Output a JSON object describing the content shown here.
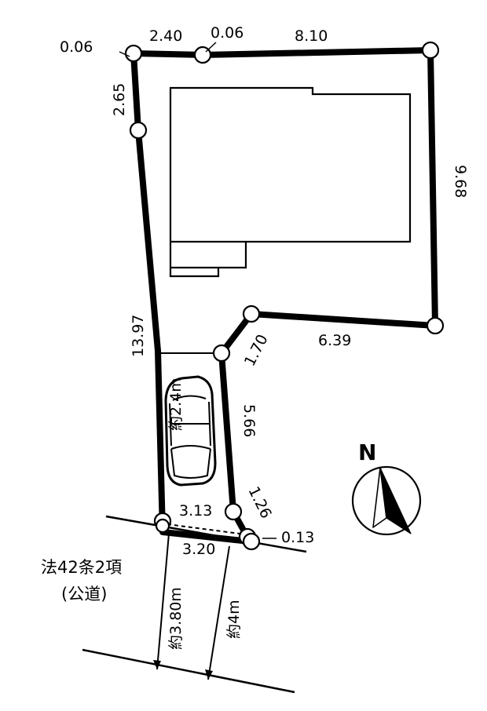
{
  "dimensions": {
    "top_corner_offset_left": "0.06",
    "top_left_segment": "2.40",
    "top_corner_offset_mid": "0.06",
    "top_right_segment": "8.10",
    "left_upper": "2.65",
    "right_side": "9.68",
    "left_long": "13.97",
    "bottom_right": "6.39",
    "diagonal": "1.70",
    "driveway_right": "5.66",
    "parking_width": "約2.4m",
    "front_inner": "3.13",
    "front_corner": "1.26",
    "front_offset": "0.13",
    "frontage": "3.20"
  },
  "road": {
    "classification_line1": "法42条2項",
    "classification_line2": "(公道)",
    "width_current": "約3.80m",
    "width_required": "約4m"
  },
  "compass": {
    "label": "N"
  },
  "colors": {
    "line": "#000000",
    "background": "#ffffff"
  }
}
